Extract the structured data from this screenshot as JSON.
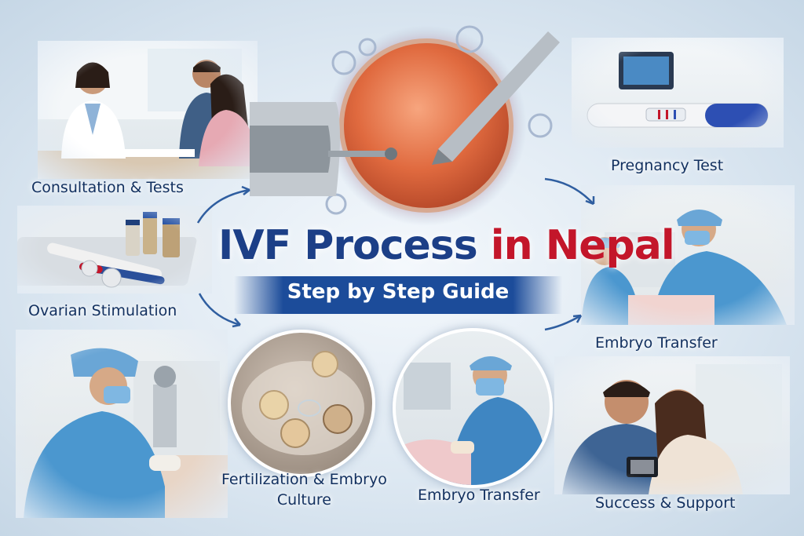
{
  "title": {
    "part1": "IVF Process ",
    "part2": "in Nepal"
  },
  "subtitle": "Step by Step Guide",
  "steps": {
    "consultation": "Consultation & Tests",
    "stimulation": "Ovarian Stimulation",
    "pregnancy_test": "Pregnancy Test",
    "embryo_transfer_right": "Embryo Transfer",
    "fertilization_line1": "Fertilization & Embryo",
    "fertilization_line2": "Culture",
    "embryo_transfer_center": "Embryo Transfer",
    "success": "Success & Support"
  },
  "colors": {
    "title_blue": "#1c3f87",
    "title_red": "#c3162a",
    "ribbon": "#1c4c9a"
  }
}
